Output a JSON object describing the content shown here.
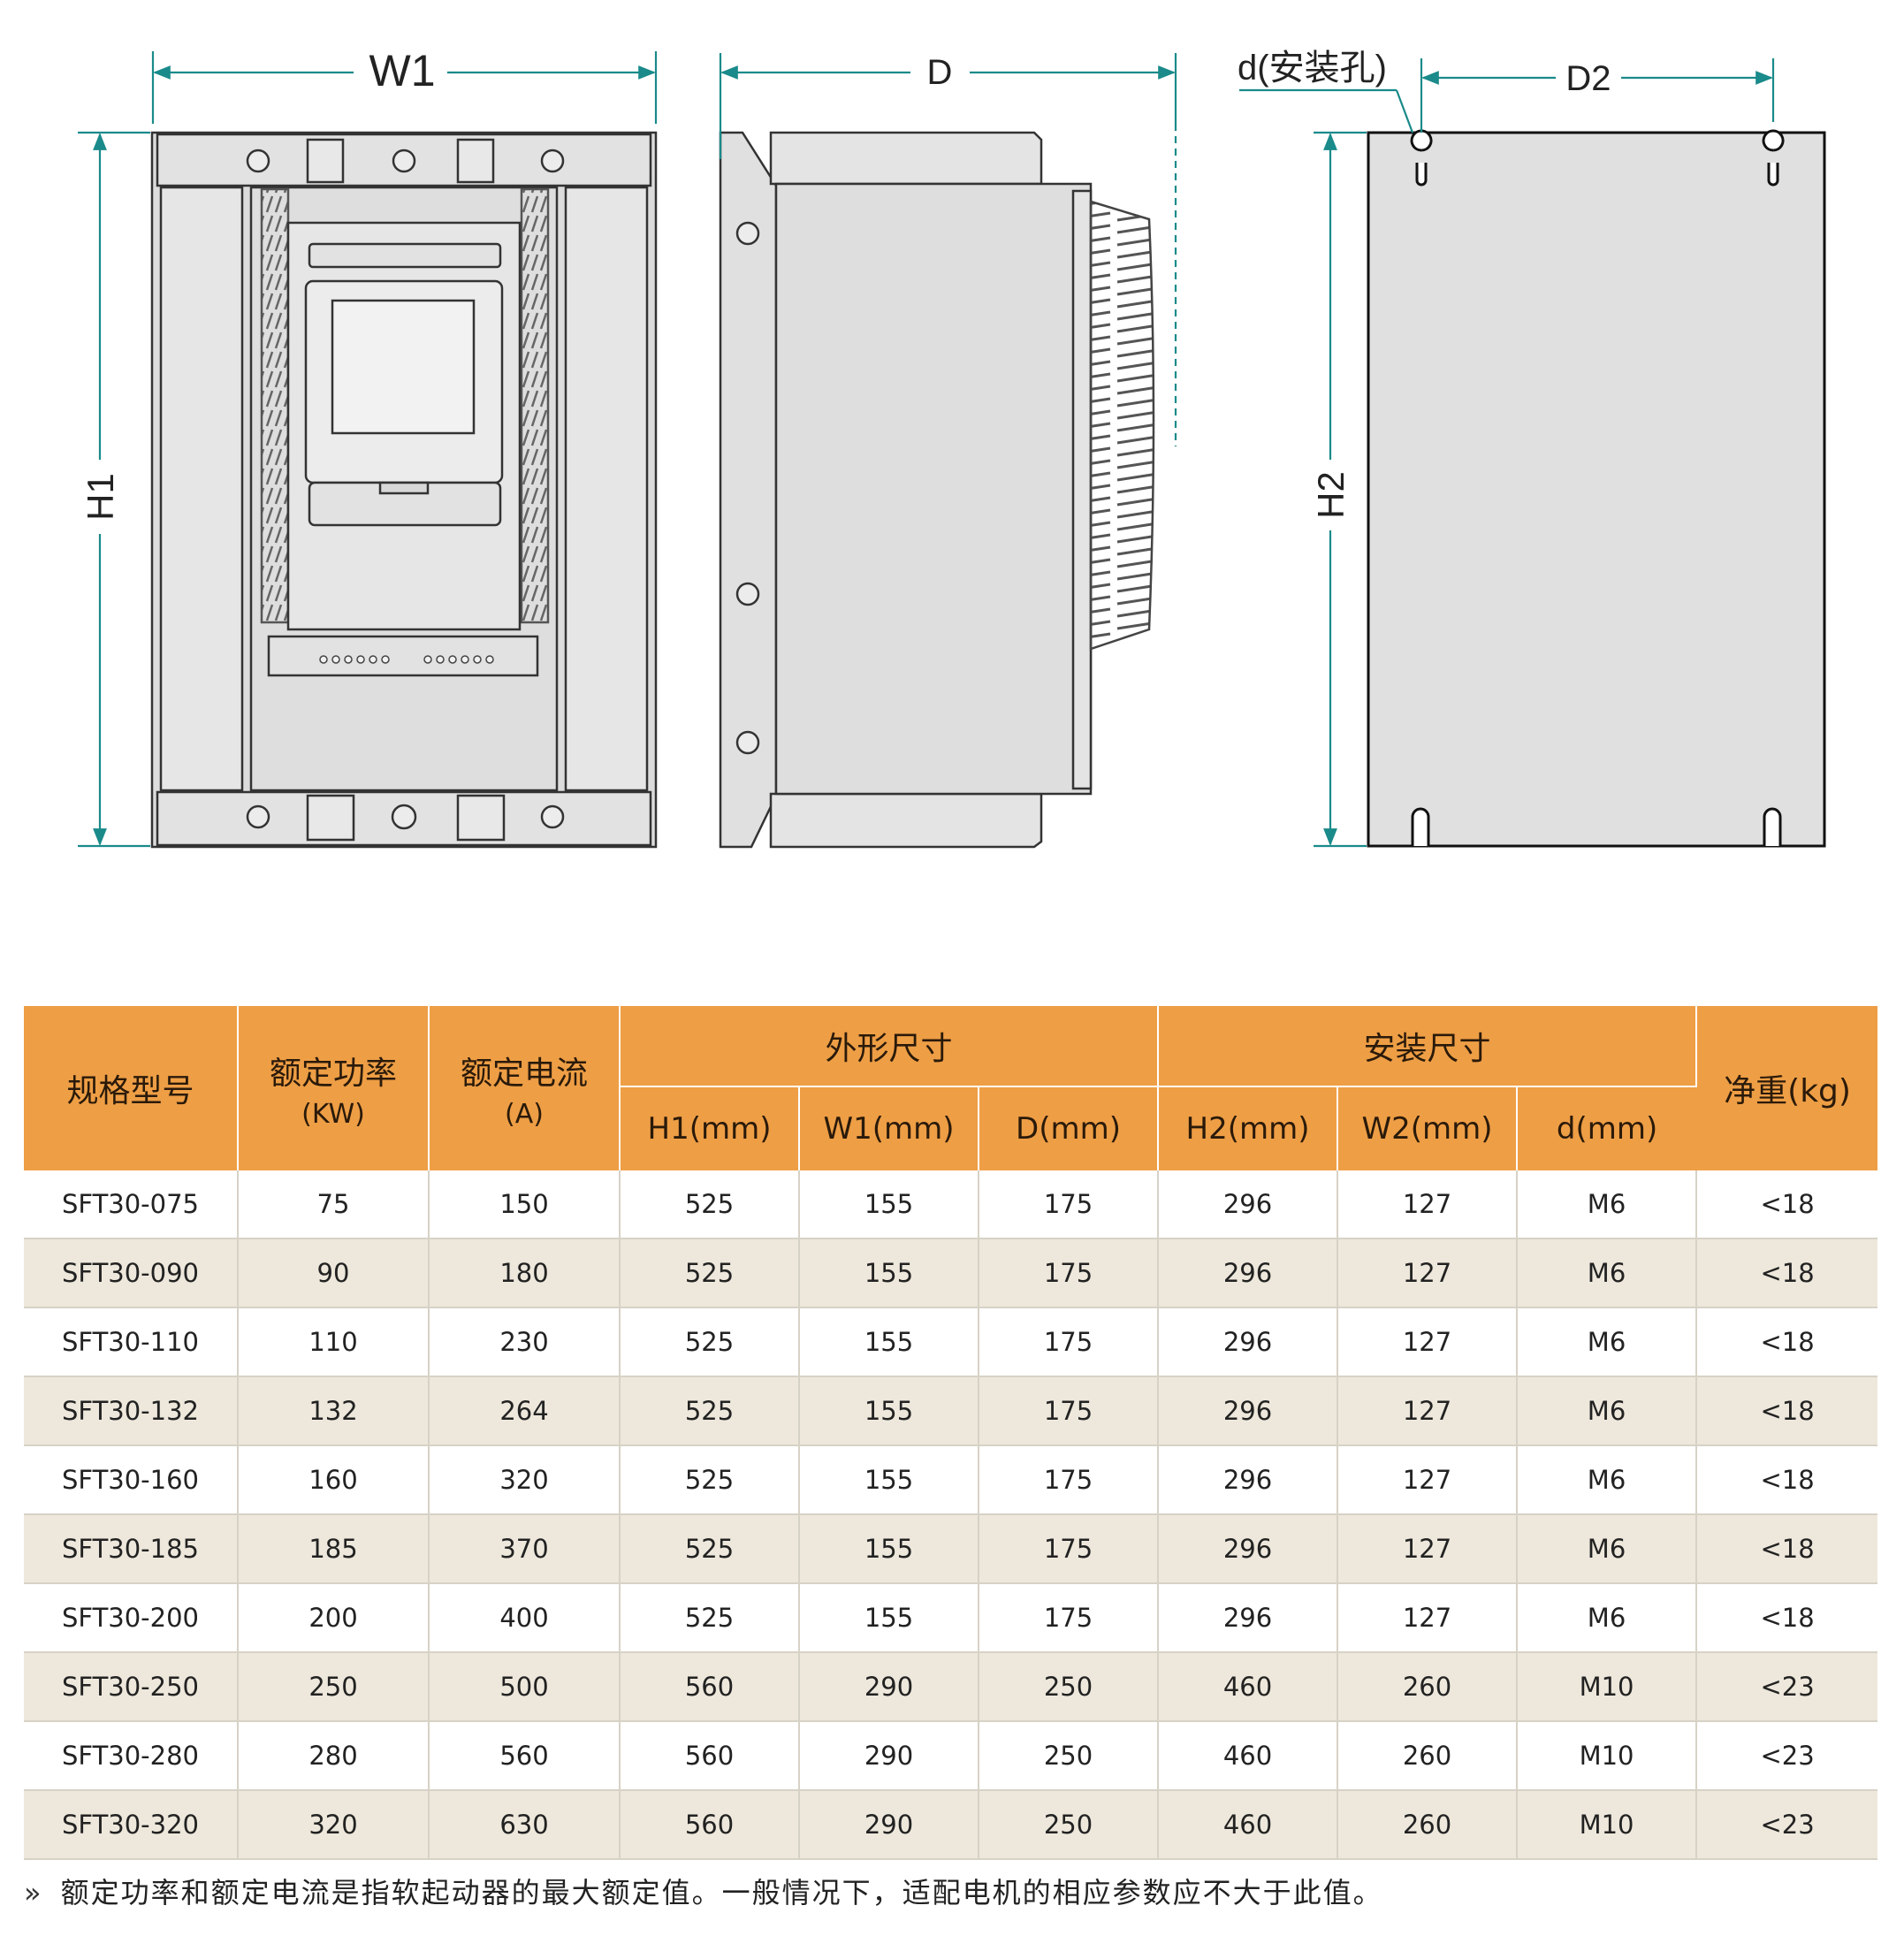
{
  "dimension_labels": {
    "w1": "W1",
    "h1": "H1",
    "d": "D",
    "d_hole": "d(安装孔)",
    "d2": "D2",
    "h2": "H2"
  },
  "colors": {
    "header_orange": "#ee9e45",
    "dimension_teal": "#1a8a8a",
    "stripe_row": "#eee8dc"
  },
  "table": {
    "headers": {
      "model": "规格型号",
      "power": "额定功率",
      "power_unit": "(KW)",
      "current": "额定电流",
      "current_unit": "(A)",
      "outline_group": "外形尺寸",
      "install_group": "安装尺寸",
      "weight": "净重(kg)",
      "h1": "H1(mm)",
      "w1": "W1(mm)",
      "d": "D(mm)",
      "h2": "H2(mm)",
      "w2": "W2(mm)",
      "dd": "d(mm)"
    },
    "rows": [
      [
        "SFT30-075",
        "75",
        "150",
        "525",
        "155",
        "175",
        "296",
        "127",
        "M6",
        "<18"
      ],
      [
        "SFT30-090",
        "90",
        "180",
        "525",
        "155",
        "175",
        "296",
        "127",
        "M6",
        "<18"
      ],
      [
        "SFT30-110",
        "110",
        "230",
        "525",
        "155",
        "175",
        "296",
        "127",
        "M6",
        "<18"
      ],
      [
        "SFT30-132",
        "132",
        "264",
        "525",
        "155",
        "175",
        "296",
        "127",
        "M6",
        "<18"
      ],
      [
        "SFT30-160",
        "160",
        "320",
        "525",
        "155",
        "175",
        "296",
        "127",
        "M6",
        "<18"
      ],
      [
        "SFT30-185",
        "185",
        "370",
        "525",
        "155",
        "175",
        "296",
        "127",
        "M6",
        "<18"
      ],
      [
        "SFT30-200",
        "200",
        "400",
        "525",
        "155",
        "175",
        "296",
        "127",
        "M6",
        "<18"
      ],
      [
        "SFT30-250",
        "250",
        "500",
        "560",
        "290",
        "250",
        "460",
        "260",
        "M10",
        "<23"
      ],
      [
        "SFT30-280",
        "280",
        "560",
        "560",
        "290",
        "250",
        "460",
        "260",
        "M10",
        "<23"
      ],
      [
        "SFT30-320",
        "320",
        "630",
        "560",
        "290",
        "250",
        "460",
        "260",
        "M10",
        "<23"
      ]
    ]
  },
  "note": {
    "arrow_icon": "double-chevron-right-icon",
    "text": "额定功率和额定电流是指软起动器的最大额定值。一般情况下，适配电机的相应参数应不大于此值。"
  }
}
